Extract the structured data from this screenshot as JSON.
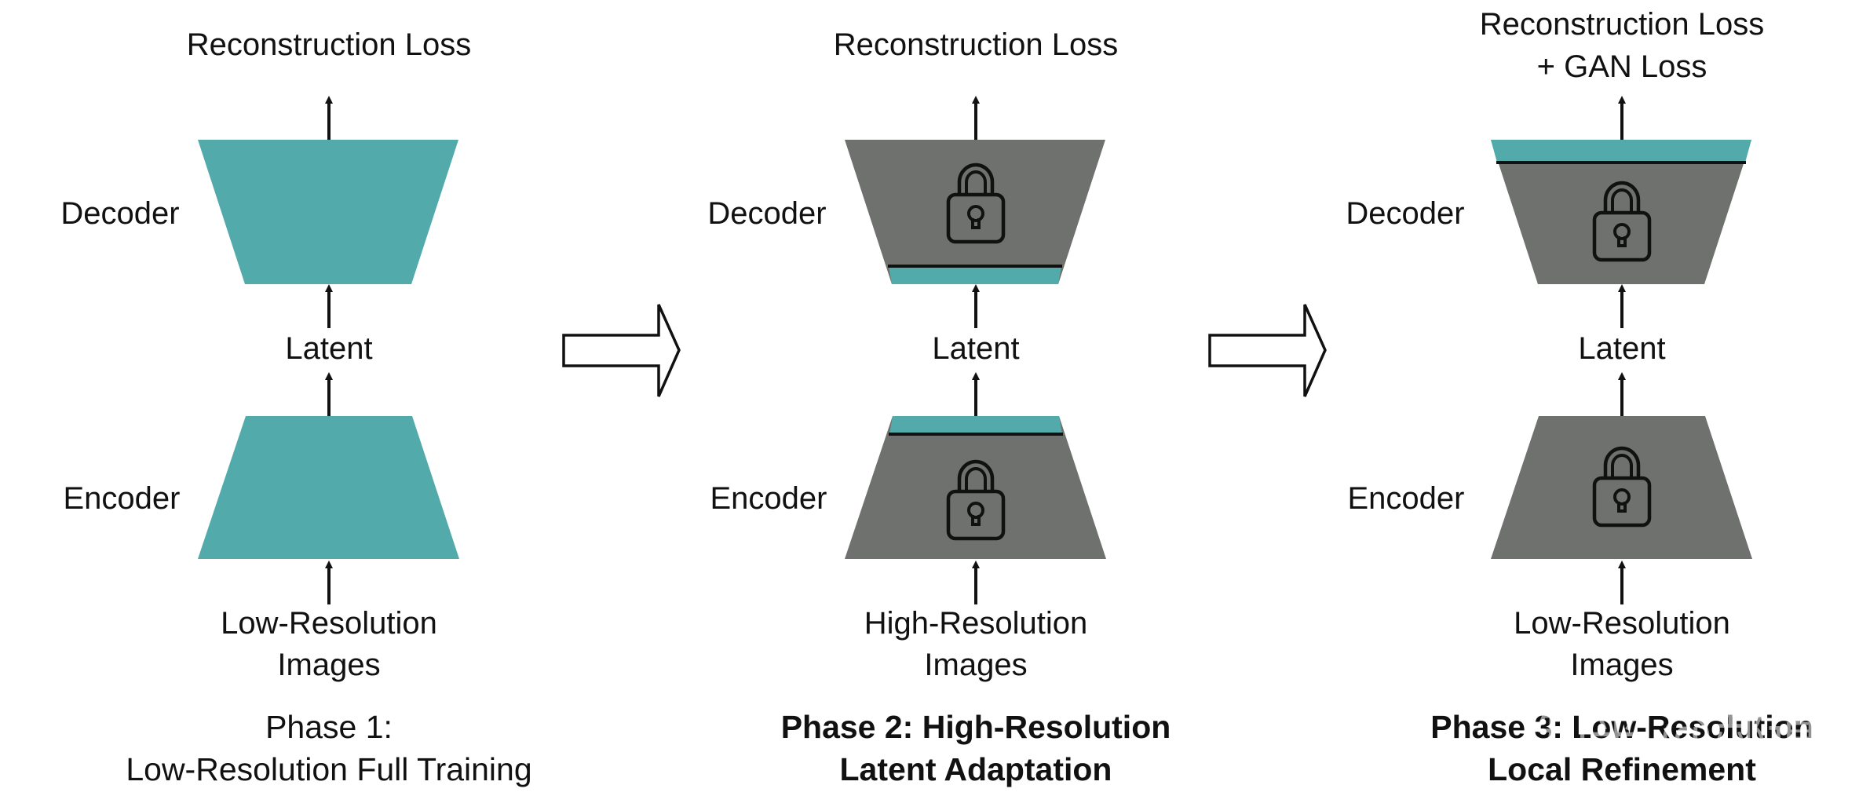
{
  "colors": {
    "trainable": "#52aaaa",
    "frozen": "#6e716e",
    "ink": "#111111"
  },
  "icons": {
    "frozen_marker": "lock-icon",
    "flow": "arrow-up-icon",
    "transition": "hollow-right-arrow-icon"
  },
  "phases": [
    {
      "loss_line1": "Reconstruction Loss",
      "loss_line2": "",
      "decoder_label": "Decoder",
      "latent_label": "Latent",
      "encoder_label": "Encoder",
      "input_line1": "Low-Resolution",
      "input_line2": "Images",
      "caption_line1": "Phase 1:",
      "caption_line2": "Low-Resolution Full Training",
      "decoder_state": "trainable",
      "encoder_state": "trainable"
    },
    {
      "loss_line1": "Reconstruction Loss",
      "loss_line2": "",
      "decoder_label": "Decoder",
      "latent_label": "Latent",
      "encoder_label": "Encoder",
      "input_line1": "High-Resolution",
      "input_line2": "Images",
      "caption_line1": "Phase 2: High-Resolution",
      "caption_line2": "Latent Adaptation",
      "decoder_state": "frozen, trainable strip at bottom",
      "encoder_state": "frozen, trainable strip at top"
    },
    {
      "loss_line1": "Reconstruction Loss",
      "loss_line2": "+ GAN Loss",
      "decoder_label": "Decoder",
      "latent_label": "Latent",
      "encoder_label": "Encoder",
      "input_line1": "Low-Resolution",
      "input_line2": "Images",
      "caption_line1": "Phase 3: Low-Resolution",
      "caption_line2": "Local Refinement",
      "decoder_state": "frozen, trainable strip at top",
      "encoder_state": "frozen"
    }
  ],
  "watermark": "知乎 @郝道"
}
